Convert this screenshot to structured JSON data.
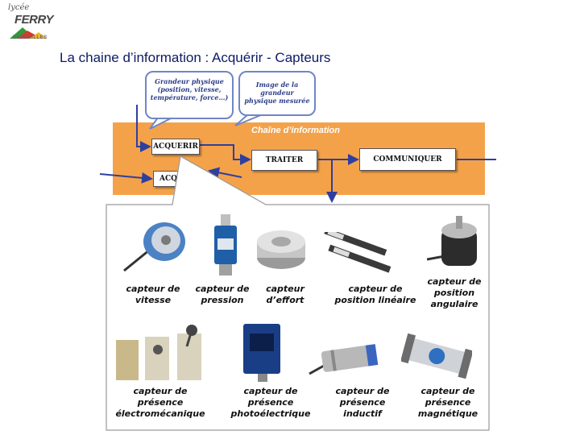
{
  "logo": {
    "script": "lycée",
    "name": "FERRY",
    "city": "VERSAILLES"
  },
  "title": "La chaine d’information : Acquérir - Capteurs",
  "diagram": {
    "band_title": "Chaîne d’information",
    "blocks": {
      "acquerir": "ACQUERIR",
      "acq2": "ACQ",
      "traiter": "TRAITER",
      "communiquer": "COMMUNIQUER"
    },
    "bubbles": {
      "grandeur": [
        "Grandeur physique",
        "(position, vitesse,",
        "température, force…)"
      ],
      "image": [
        "Image de la grandeur",
        "physique mesurée"
      ]
    },
    "colors": {
      "band": "#f4a24a",
      "arrow": "#2f3f9e",
      "bubble_border": "#6f86c6"
    }
  },
  "sensors": {
    "top": [
      {
        "id": "vitesse",
        "lines": [
          "capteur de",
          "vitesse"
        ]
      },
      {
        "id": "pression",
        "lines": [
          "capteur de",
          "pression"
        ]
      },
      {
        "id": "effort",
        "lines": [
          "capteur",
          "d’effort"
        ]
      },
      {
        "id": "position-lineaire",
        "lines": [
          "capteur de",
          "position linéaire"
        ]
      },
      {
        "id": "position-angulaire",
        "lines": [
          "capteur de",
          "position",
          "angulaire"
        ]
      }
    ],
    "bottom": [
      {
        "id": "electromecanique",
        "lines": [
          "capteur de",
          "présence",
          "électromécanique"
        ]
      },
      {
        "id": "photoelectrique",
        "lines": [
          "capteur de",
          "présence",
          "photoélectrique"
        ]
      },
      {
        "id": "inductif",
        "lines": [
          "capteur de",
          "présence",
          "inductif"
        ]
      },
      {
        "id": "magnetique",
        "lines": [
          "capteur de",
          "présence",
          "magnétique"
        ]
      }
    ]
  }
}
